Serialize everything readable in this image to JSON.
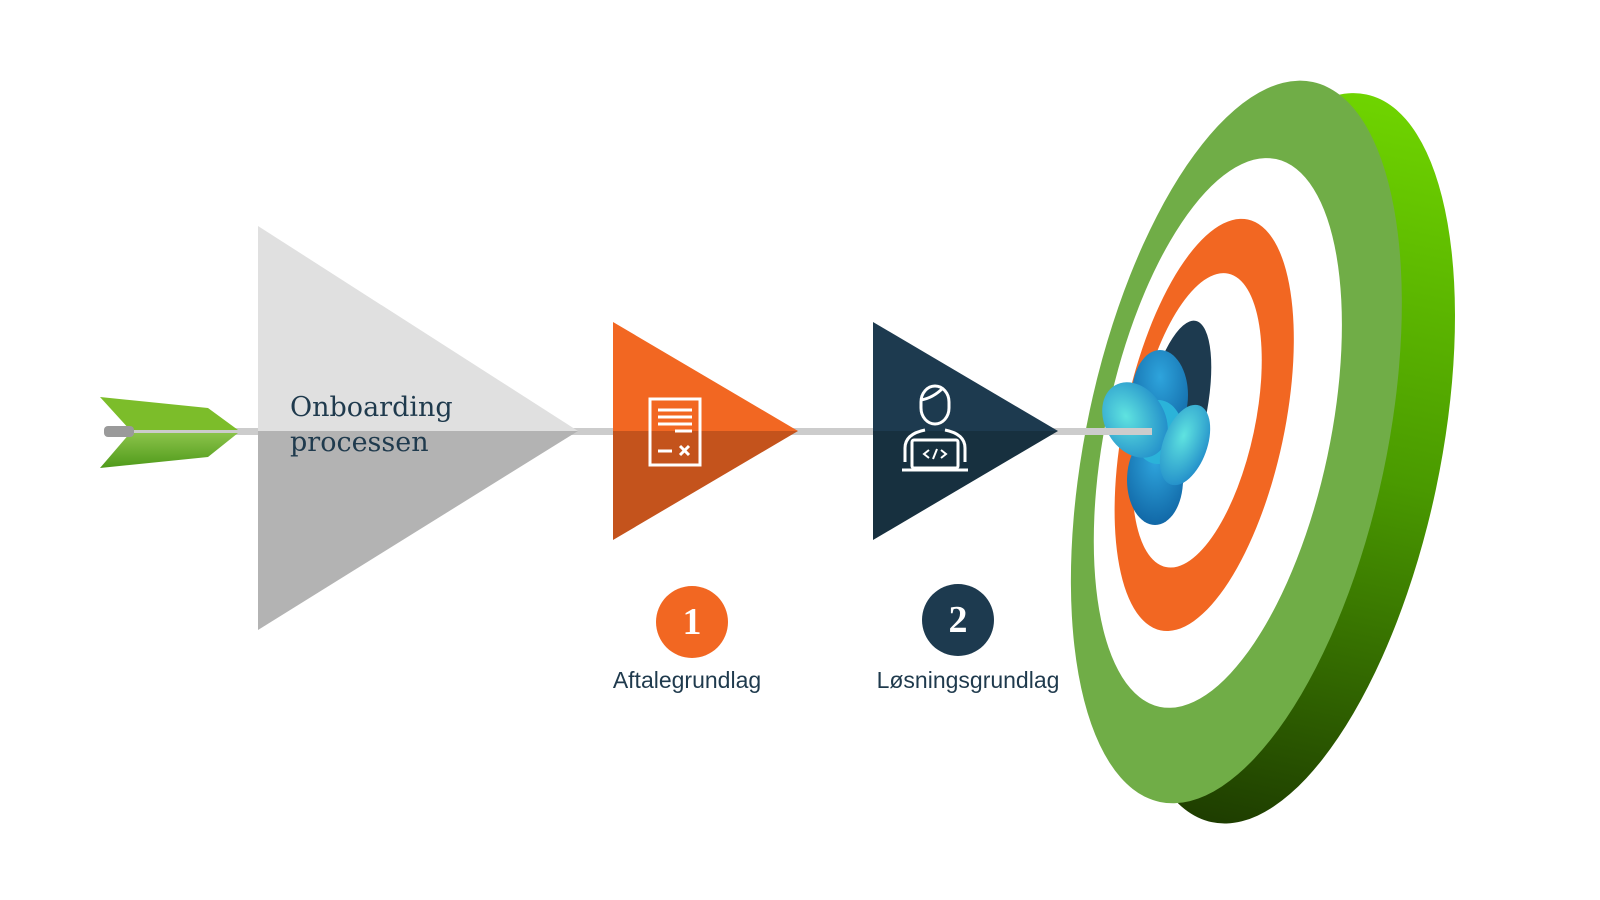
{
  "title": {
    "line1": "Onboarding",
    "line2": "processen"
  },
  "steps": [
    {
      "number": "1",
      "label": "Aftalegrundlag",
      "color": "#f26722",
      "icon": "contract-document-icon"
    },
    {
      "number": "2",
      "label": "Løsningsgrundlag",
      "color": "#1d3a4f",
      "icon": "developer-laptop-icon"
    }
  ],
  "colors": {
    "target_green": "#70ad47",
    "target_orange": "#f26722",
    "arrow_shaft": "#cccccc",
    "start_triangle": "#e0e0e0"
  }
}
